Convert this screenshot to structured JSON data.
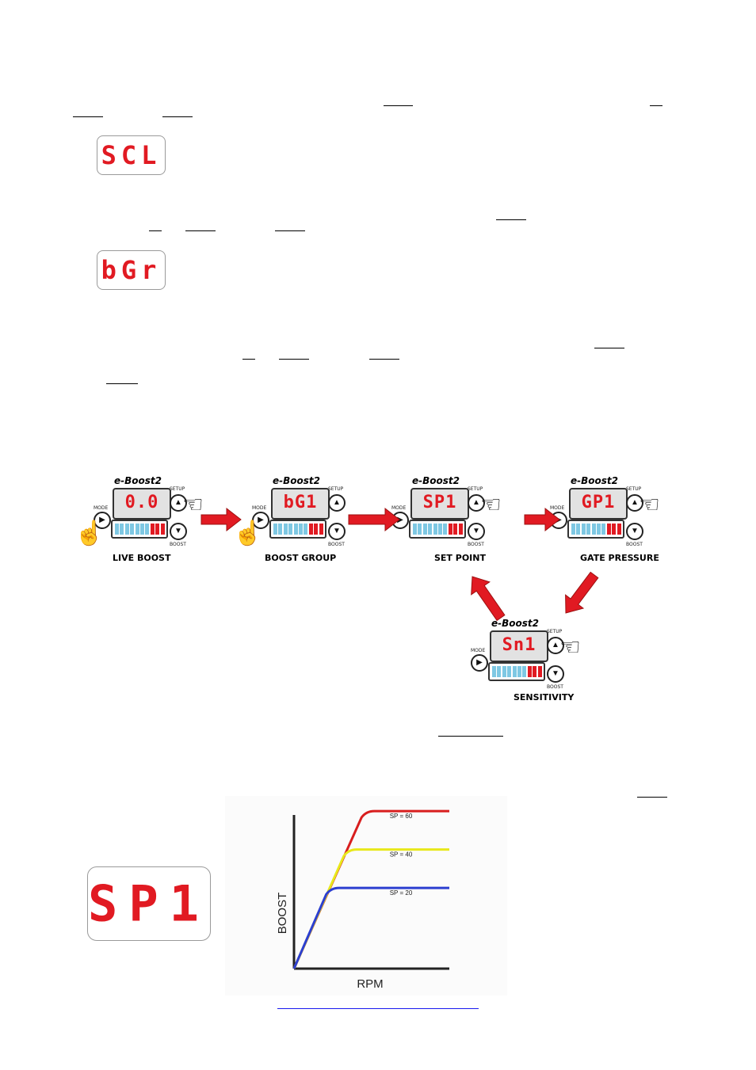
{
  "displays": {
    "scl": "SCL",
    "bgr": "bGr",
    "sp1": "SP1"
  },
  "flow": {
    "devices": [
      {
        "label": "LIVE BOOST",
        "screen": "0.0"
      },
      {
        "label": "BOOST GROUP",
        "screen": "bG1"
      },
      {
        "label": "SET POINT",
        "screen": "SP1"
      },
      {
        "label": "GATE PRESSURE",
        "screen": "GP1"
      },
      {
        "label": "SENSITIVITY",
        "screen": "Sn1"
      }
    ],
    "logo": "e-Boost2",
    "buttons": {
      "mode": "MODE",
      "setup": "SETUP",
      "boost": "BOOST"
    },
    "arrow_color": "#e11a22",
    "lcd_color": "#e11a22"
  },
  "chart_data": {
    "type": "line",
    "xlabel": "RPM",
    "ylabel": "BOOST",
    "series": [
      {
        "name": "SP = 60",
        "color": "#d81e1e",
        "plateau": 60
      },
      {
        "name": "SP = 40",
        "color": "#e8e81a",
        "plateau": 40
      },
      {
        "name": "SP = 20",
        "color": "#2c3fd0",
        "plateau": 20
      }
    ]
  }
}
